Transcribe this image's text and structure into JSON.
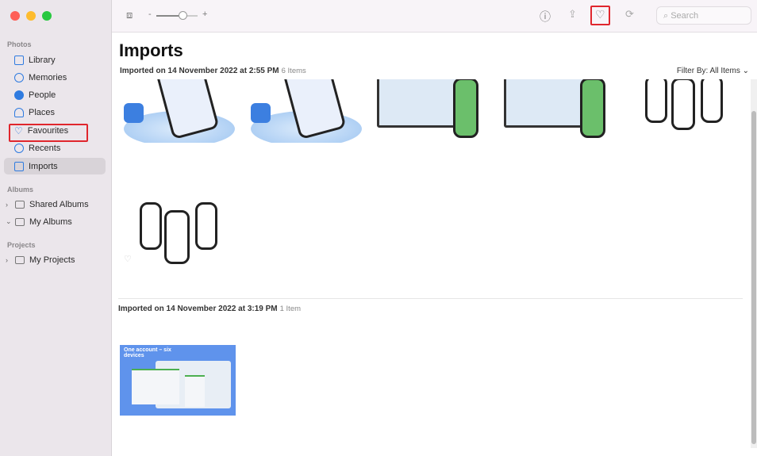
{
  "sidebar": {
    "sections": {
      "photos": "Photos",
      "albums": "Albums",
      "projects": "Projects"
    },
    "items": [
      {
        "label": "Library",
        "icon": "library-icon"
      },
      {
        "label": "Memories",
        "icon": "memories-icon"
      },
      {
        "label": "People",
        "icon": "people-icon"
      },
      {
        "label": "Places",
        "icon": "places-icon"
      },
      {
        "label": "Favourites",
        "icon": "heart-icon"
      },
      {
        "label": "Recents",
        "icon": "clock-icon"
      },
      {
        "label": "Imports",
        "icon": "import-icon",
        "selected": true
      }
    ],
    "albums": [
      {
        "label": "Shared Albums"
      },
      {
        "label": "My Albums"
      }
    ],
    "projects": [
      {
        "label": "My Projects"
      }
    ]
  },
  "toolbar": {
    "zoom_minus": "-",
    "zoom_plus": "+",
    "zoom_level": 0.55,
    "search_placeholder": "Search"
  },
  "main": {
    "title": "Imports",
    "filter_label": "Filter By: All Items",
    "groups": [
      {
        "title": "Imported on 14 November 2022 at 2:55 PM",
        "count": "6 Items"
      },
      {
        "title": "Imported on 14 November 2022 at 3:19 PM",
        "count": "1 Item"
      }
    ],
    "thumb_caption": "One account – six devices"
  },
  "colors": {
    "accent": "#2f7be0",
    "highlight": "#e0262d"
  }
}
